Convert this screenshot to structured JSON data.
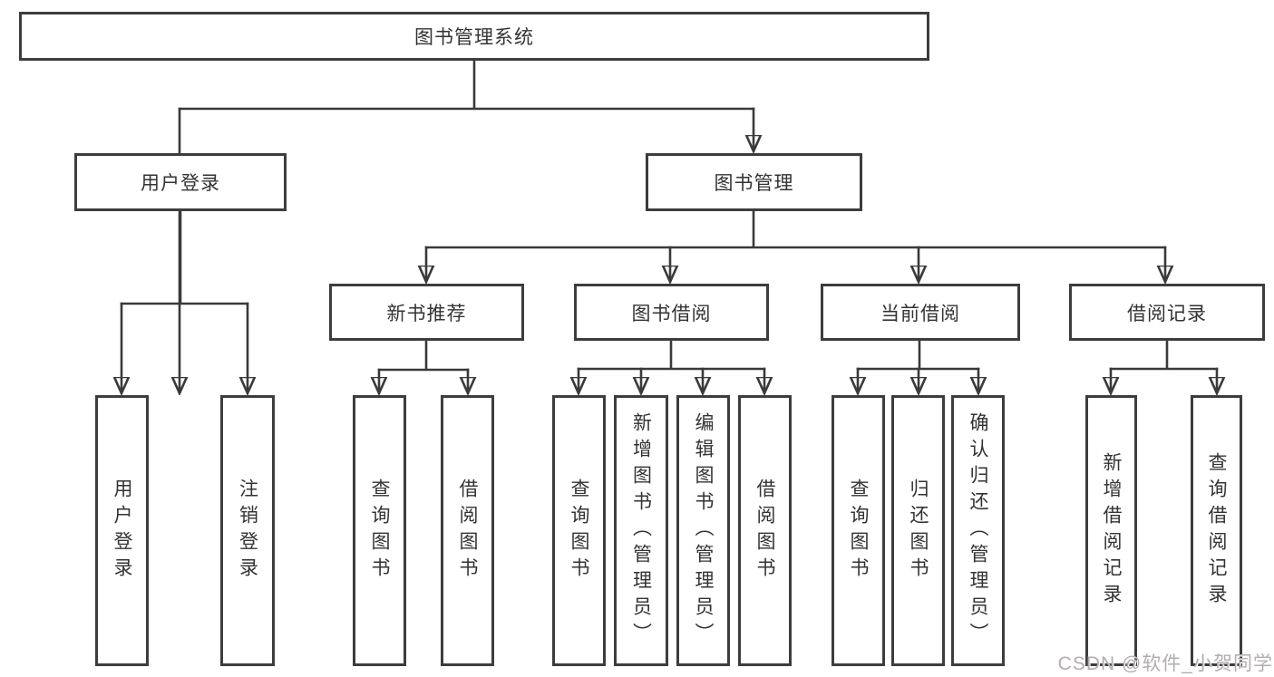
{
  "diagram": {
    "root": {
      "label": "图书管理系统"
    },
    "user_login": {
      "label": "用户登录",
      "children": [
        "用户登录",
        "注销登录"
      ]
    },
    "book_mgmt": {
      "label": "图书管理",
      "sections": {
        "new_book": {
          "label": "新书推荐",
          "children": [
            "查询图书",
            "借阅图书"
          ]
        },
        "borrowing": {
          "label": "图书借阅",
          "children": [
            "查询图书",
            "新增图书（管理员）",
            "编辑图书（管理员）",
            "借阅图书"
          ]
        },
        "current": {
          "label": "当前借阅",
          "children": [
            "查询图书",
            "归还图书",
            "确认归还（管理员）"
          ]
        },
        "records": {
          "label": "借阅记录",
          "children": [
            "新增借阅记录",
            "查询借阅记录"
          ]
        }
      }
    }
  },
  "watermark": "CSDN @软件_小贺同学",
  "colors": {
    "line": "#3a3a3a",
    "box_border": "#3d3d3d",
    "text": "#333333",
    "background": "#ffffff",
    "watermark": "#b3adad"
  }
}
